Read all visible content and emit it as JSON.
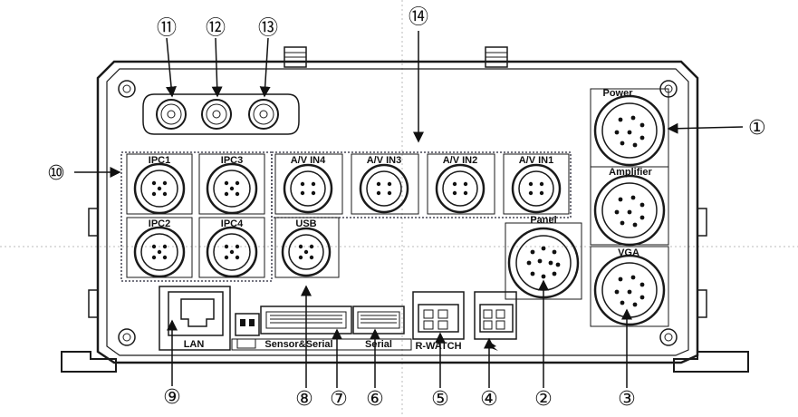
{
  "port_labels": {
    "power": "Power",
    "amplifier": "Amplifier",
    "vga": "VGA",
    "panel": "Panel",
    "ipc1": "IPC1",
    "ipc2": "IPC2",
    "ipc3": "IPC3",
    "ipc4": "IPC4",
    "av_in4": "A/V IN4",
    "av_in3": "A/V IN3",
    "av_in2": "A/V IN2",
    "av_in1": "A/V IN1",
    "usb": "USB",
    "lan": "LAN",
    "sensor_serial": "Sensor&Serial",
    "serial": "Serial",
    "r_watch": "R-WATCH"
  },
  "callouts": {
    "c1": "①",
    "c2": "②",
    "c3": "③",
    "c4": "④",
    "c5": "⑤",
    "c6": "⑥",
    "c7": "⑦",
    "c8": "⑧",
    "c9": "⑨",
    "c10": "⑩",
    "c11": "⑪",
    "c12": "⑫",
    "c13": "⑬",
    "c14": "⑭"
  }
}
